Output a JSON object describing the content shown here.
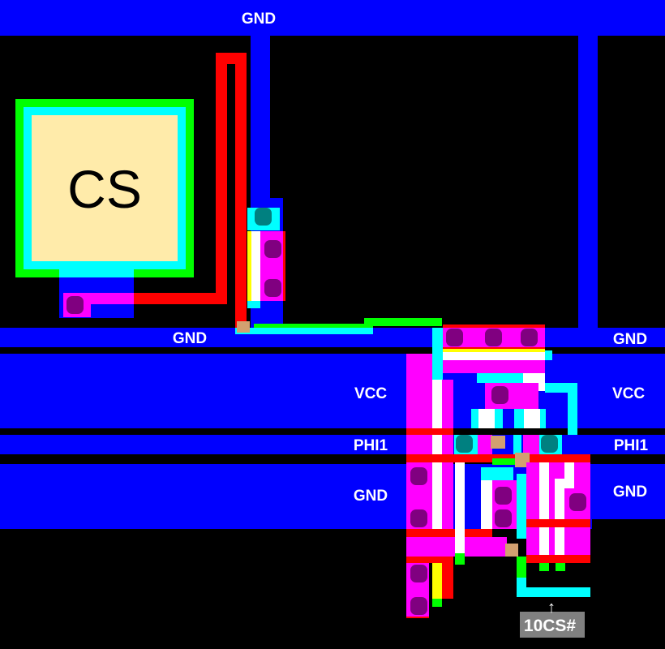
{
  "layer_colors": {
    "metal": "#0000ff",
    "polysilicon": "#ff0000",
    "diffusion": "#ff00ff",
    "buried": "#00ff00",
    "interconnect": "#00ffff",
    "contact": "#800080",
    "via": "#008080",
    "pad_fill": "#ffebaa",
    "channel": "#ffffff",
    "overlap": "#ffff00",
    "label_box": "#808080"
  },
  "pad": {
    "label": "CS"
  },
  "rails": {
    "top_gnd": "GND",
    "gnd_left": "GND",
    "gnd_right": "GND",
    "vcc_left": "VCC",
    "vcc_right": "VCC",
    "phi1_left": "PHI1",
    "phi1_right": "PHI1",
    "gnd2_left": "GND",
    "gnd2_right": "GND"
  },
  "signal": {
    "label": "10CS#",
    "arrow": "↑"
  }
}
